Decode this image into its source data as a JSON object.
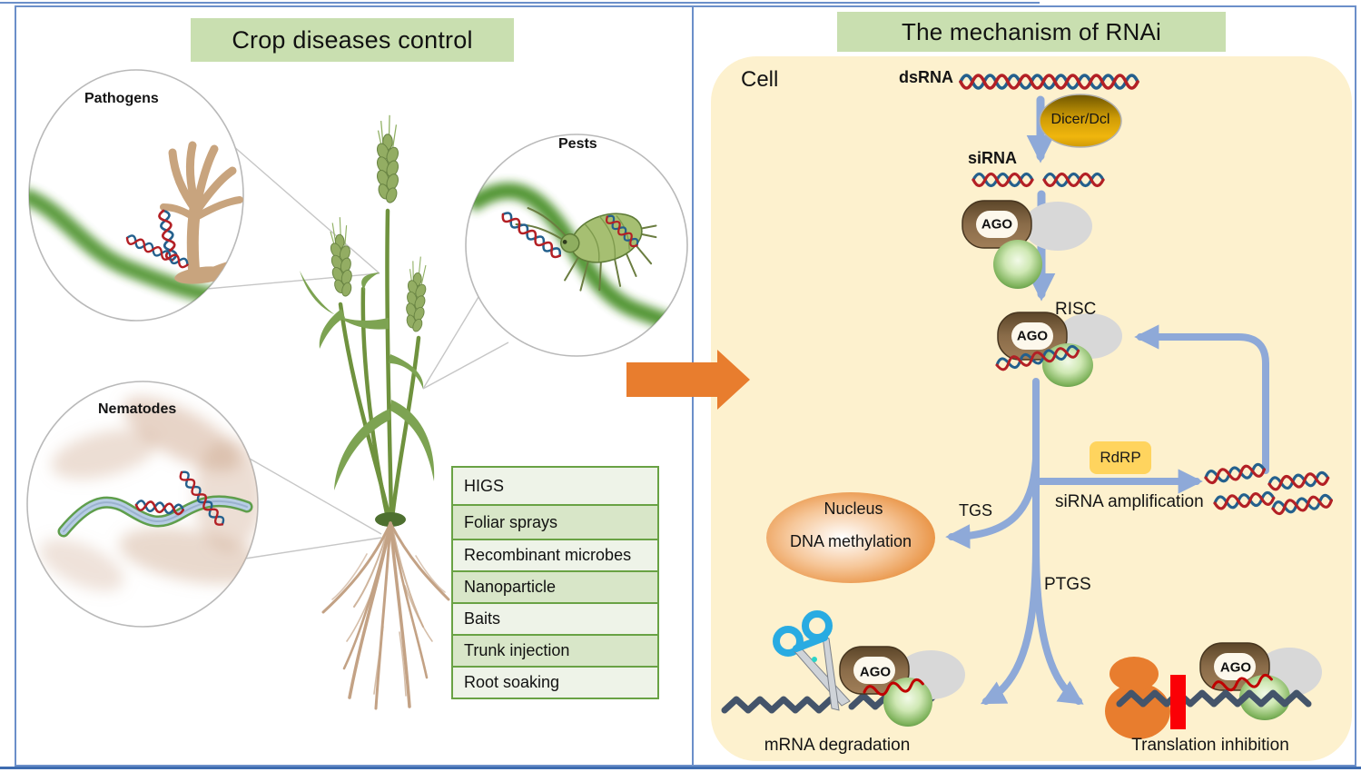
{
  "left_panel": {
    "title": "Crop diseases control",
    "circles": {
      "pathogens": "Pathogens",
      "pests": "Pests",
      "nematodes": "Nematodes"
    },
    "methods": [
      "HIGS",
      "Foliar sprays",
      "Recombinant microbes",
      "Nanoparticle",
      "Baits",
      "Trunk injection",
      "Root soaking"
    ]
  },
  "right_panel": {
    "title": "The mechanism of RNAi",
    "cell_label": "Cell",
    "labels": {
      "dsrna": "dsRNA",
      "dicer": "Dicer/Dcl",
      "sirna": "siRNA",
      "ago": "AGO",
      "risc": "RISC",
      "rdrp": "RdRP",
      "tgs": "TGS",
      "ptgs": "PTGS",
      "sirna_amplification": "siRNA amplification",
      "nucleus": "Nucleus",
      "dna_methylation": "DNA methylation",
      "mrna_degradation": "mRNA degradation",
      "translation_inhibition": "Translation inhibition"
    }
  },
  "colors": {
    "header_green": "#c9dfb0",
    "cell_bg": "#fdf1ce",
    "flow_arrow_blue": "#8ea9d8",
    "transition_arrow_orange": "#e87d2e",
    "table_border_green": "#69a244",
    "table_row_light": "#eef3e8",
    "table_row_dark": "#d8e6c8",
    "helix_red": "#b32025",
    "helix_blue": "#24608d",
    "ago_brown": "#7b5f3f",
    "dicer_gold": "#d9a308",
    "rdrp_yellow": "#ffd45e",
    "nucleus_orange": "#dd7425",
    "mrna_dark": "#44546a",
    "stop_bar_red": "#fb0006",
    "scissors_blue": "#29abe2",
    "frame_blue": "#6b8fc9"
  }
}
